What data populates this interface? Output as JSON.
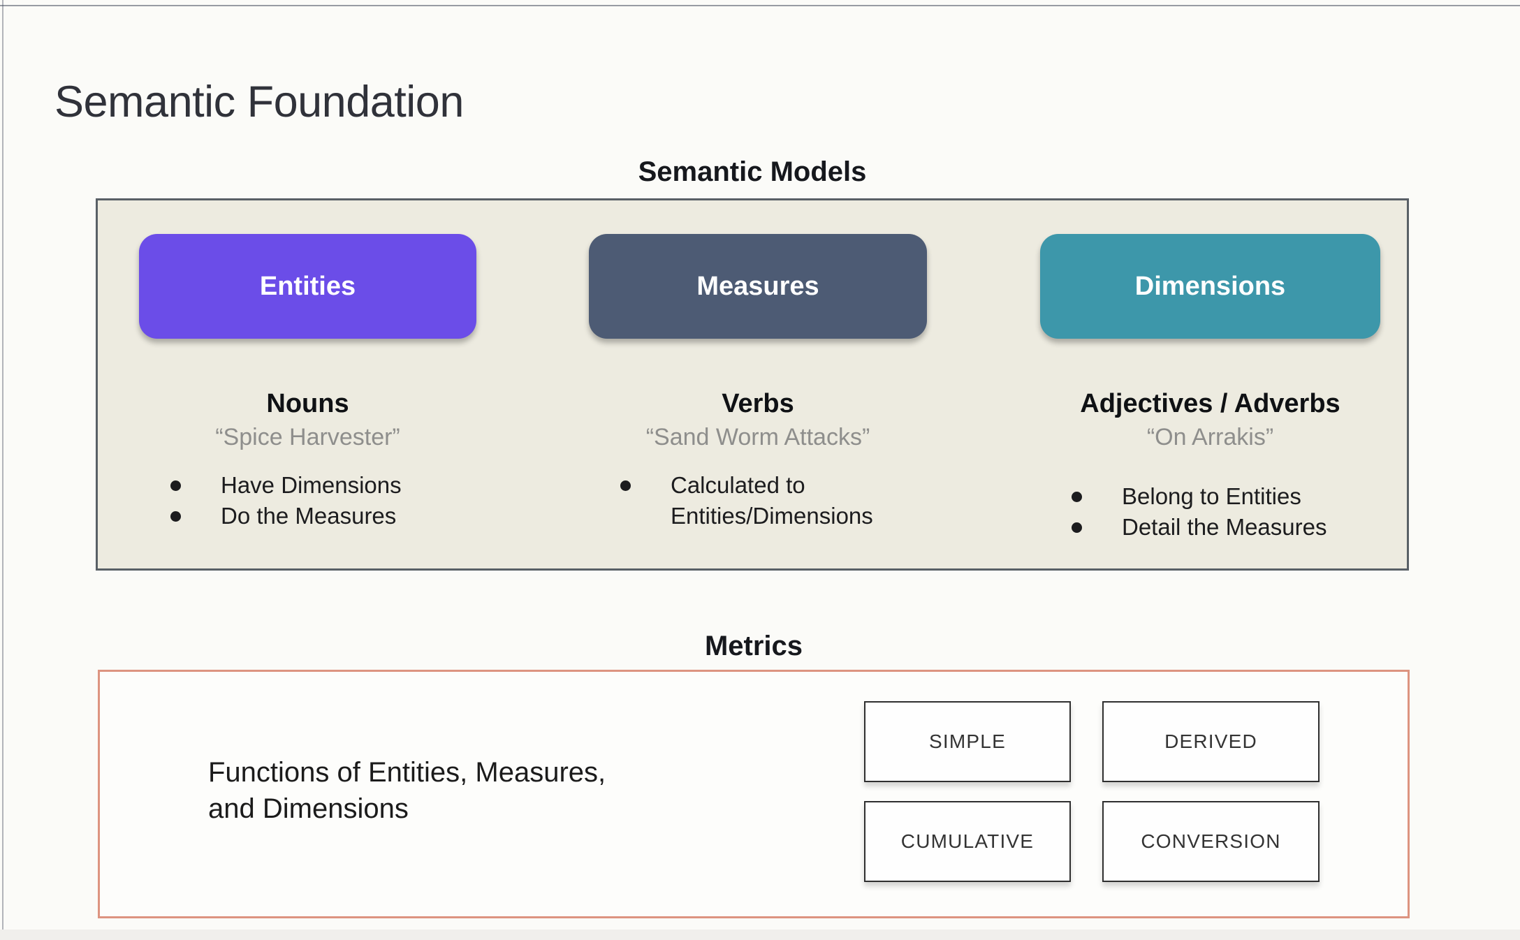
{
  "page": {
    "title": "Semantic Foundation"
  },
  "semantic_models": {
    "title": "Semantic Models",
    "columns": [
      {
        "button_label": "Entities",
        "button_color": "#6b4de8",
        "heading": "Nouns",
        "quote": "“Spice Harvester”",
        "bullets": [
          "Have Dimensions",
          "Do the Measures"
        ]
      },
      {
        "button_label": "Measures",
        "button_color": "#4d5b74",
        "heading": "Verbs",
        "quote": "“Sand Worm Attacks”",
        "bullets": [
          "Calculated to Entities/Dimensions"
        ]
      },
      {
        "button_label": "Dimensions",
        "button_color": "#3d97aa",
        "heading": "Adjectives / Adverbs",
        "quote": "“On Arrakis”",
        "bullets": [
          "Belong to Entities",
          "Detail the Measures"
        ]
      }
    ]
  },
  "metrics": {
    "title": "Metrics",
    "description_line1": "Functions of Entities, Measures,",
    "description_line2": "and Dimensions",
    "types": [
      "SIMPLE",
      "DERIVED",
      "CUMULATIVE",
      "CONVERSION"
    ],
    "border_color": "#dd9480"
  },
  "colors": {
    "models_box_background": "#edebe0",
    "models_box_border": "#596066",
    "page_background": "#fbfbf8"
  }
}
